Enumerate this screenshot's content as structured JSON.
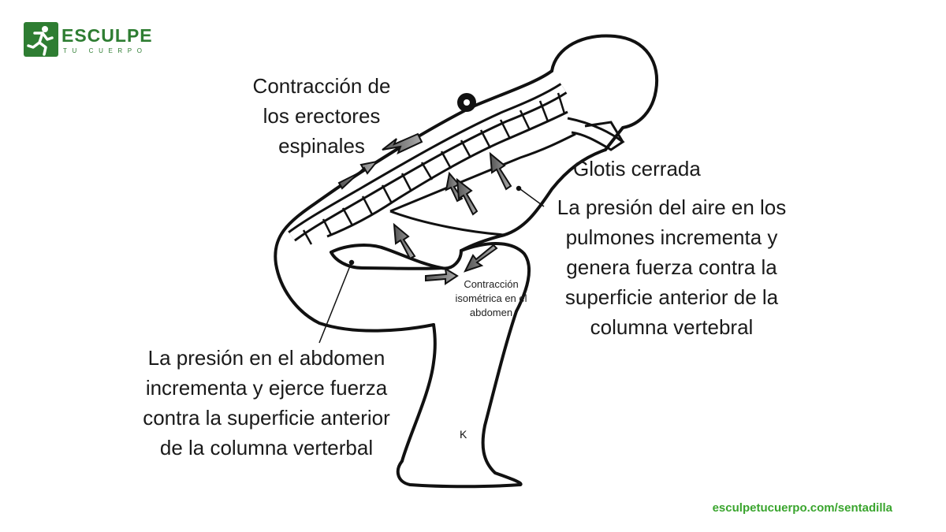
{
  "logo": {
    "name": "ESCULPE",
    "tagline": "TU CUERPO",
    "brand_color": "#2e7d32"
  },
  "labels": {
    "erectores": [
      "Contracción de",
      "los erectores",
      "espinales"
    ],
    "glotis": "Glotis cerrada",
    "aire": [
      "La presión del aire en los",
      "pulmones incrementa y",
      "genera fuerza contra la",
      "superficie anterior de la",
      "columna vertebral"
    ],
    "abdomen_contraccion": [
      "Contracción",
      "isométrica en el",
      "abdomen"
    ],
    "abdomen_presion": [
      "La presión en el abdomen",
      "incrementa y ejerce fuerza",
      "contra la superficie anterior",
      "de la columna verterbal"
    ]
  },
  "footer": {
    "url": "esculpetucuerpo.com/sentadilla",
    "color": "#3aa52e"
  }
}
